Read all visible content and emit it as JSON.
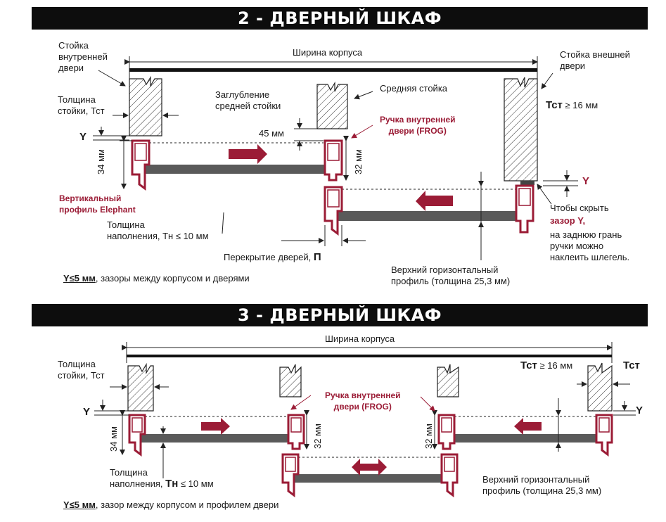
{
  "s2": {
    "title": "2 - ДВЕРНЫЙ ШКАФ",
    "inner_post": "Стойка\nвнутренней\nдвери",
    "width": "Ширина корпуса",
    "outer_post": "Стойка внешней\nдвери",
    "post_thick": "Толщина\nстойки, Тст",
    "recess": "Заглубление\nсредней стойки",
    "middle_post": "Средняя стойка",
    "handle": "Ручка внутренней\nдвери (FROG)",
    "tst_big": "Тст",
    "tst_rest": "≥ 16 мм",
    "y1": "Y",
    "y2": "Y",
    "d45": "45 мм",
    "d34": "34 мм",
    "d32": "32 мм",
    "elephant": "Вертикальный\nпрофиль Elephant",
    "hide1": "Чтобы скрыть",
    "hide2": "зазор Y,",
    "hide3": "на заднюю грань\nручки можно\nнаклеить шлегель.",
    "fill_thick": "Толщина\nнаполнения, Тн ≤ 10 мм",
    "overlap": "Перекрытие дверей,",
    "overlap_p": "П",
    "top_profile": "Верхний горизонтальный\nпрофиль (толщина 25,3 мм)",
    "note_y": "Y≤5 мм",
    "note_rest": ", зазоры между корпусом и дверями"
  },
  "s3": {
    "title": "3 - ДВЕРНЫЙ ШКАФ",
    "width": "Ширина корпуса",
    "post_thick": "Толщина\nстойки, Тст",
    "tst_big": "Тст",
    "tst_rest": "≥ 16 мм",
    "tst_right": "Тст",
    "handle": "Ручка внутренней\nдвери (FROG)",
    "y1": "Y",
    "y2": "Y",
    "d34": "34 мм",
    "d32a": "32 мм",
    "d32b": "32 мм",
    "fill_pre": "Толщина\nнаполнения, ",
    "fill_tn": "Тн",
    "fill_rest": " ≤ 10 мм",
    "top_profile": "Верхний горизонтальный\nпрофиль (толщина 25,3 мм)",
    "note_y": "Y≤5 мм",
    "note_rest": ", зазор между корпусом и профилем двери"
  },
  "colors": {
    "accent": "#9b1c36",
    "dark": "#0d0d0d",
    "bar": "#5a5a5a"
  }
}
